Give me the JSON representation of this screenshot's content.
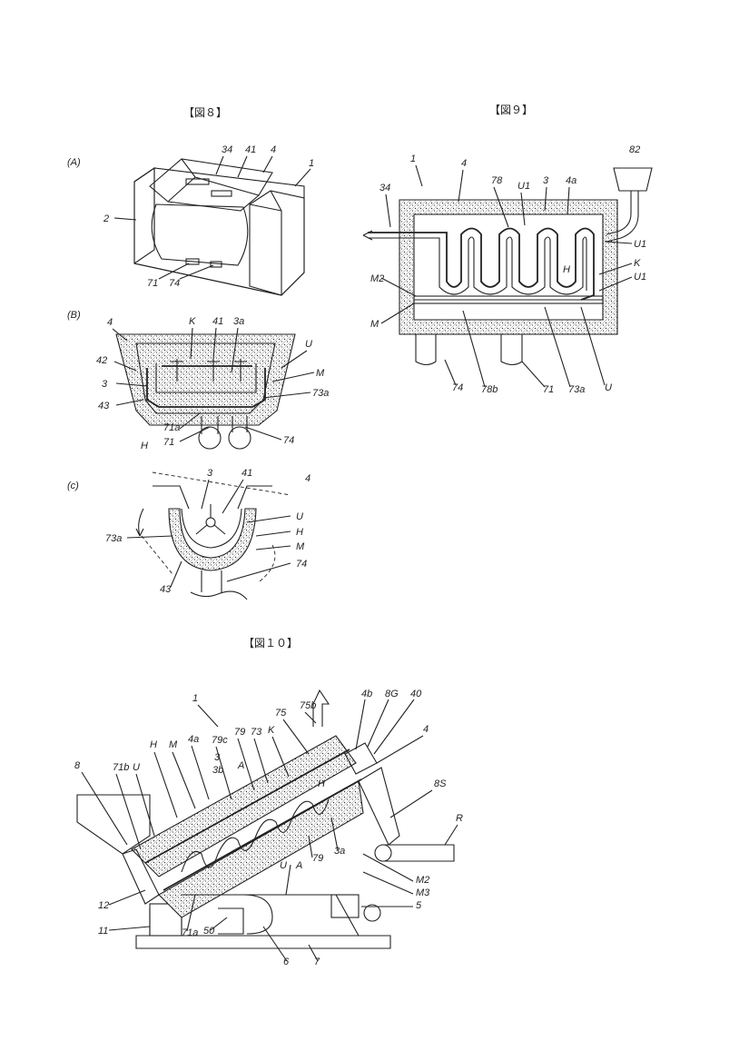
{
  "figures": {
    "fig8": {
      "title": "【図８】",
      "panels": {
        "A": {
          "tag": "(A)",
          "labels": [
            "34",
            "41",
            "4",
            "1",
            "2",
            "71",
            "74"
          ]
        },
        "B": {
          "tag": "(B)",
          "labels": [
            "4",
            "K",
            "41",
            "3a",
            "42",
            "U",
            "3",
            "M",
            "43",
            "73a",
            "71a",
            "71",
            "H",
            "74"
          ]
        },
        "C": {
          "tag": "(c)",
          "labels": [
            "3",
            "41",
            "4",
            "U",
            "73a",
            "H",
            "M",
            "43",
            "74"
          ]
        }
      }
    },
    "fig9": {
      "title": "【図９】",
      "labels": [
        "82",
        "1",
        "4",
        "34",
        "78",
        "U1",
        "3",
        "4a",
        "U1",
        "M2",
        "H",
        "K",
        "U1",
        "M",
        "74",
        "78b",
        "71",
        "73a",
        "U"
      ]
    },
    "fig10": {
      "title": "【図１０】",
      "labels": [
        "1",
        "75",
        "75b",
        "4b",
        "8G",
        "40",
        "4",
        "H",
        "M",
        "4a",
        "79c",
        "79",
        "73",
        "K",
        "8",
        "71b",
        "U",
        "3",
        "3b",
        "A",
        "H",
        "8S",
        "R",
        "3a",
        "79",
        "A",
        "U",
        "M2",
        "M3",
        "12",
        "5",
        "11",
        "71a",
        "50",
        "6",
        "7"
      ]
    }
  }
}
